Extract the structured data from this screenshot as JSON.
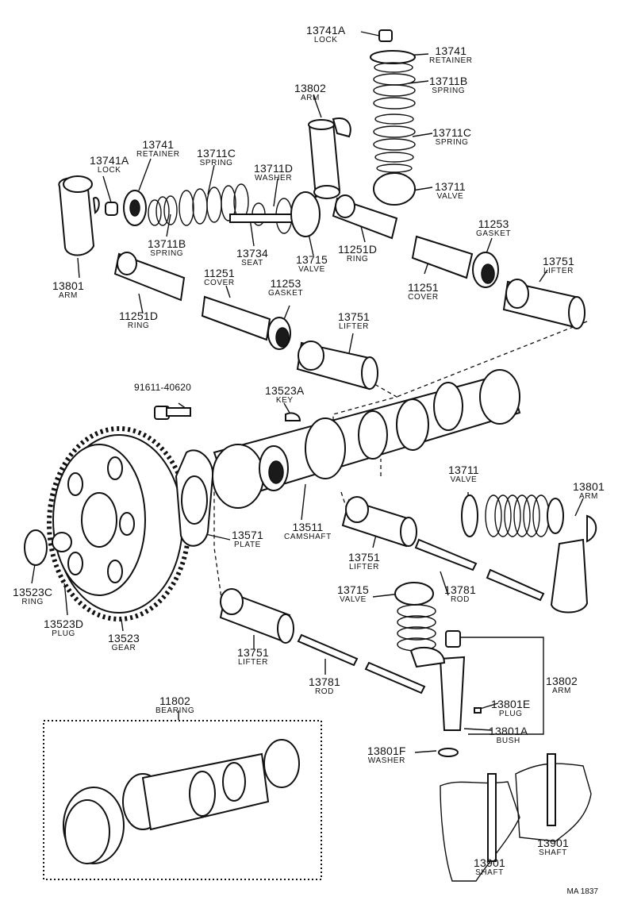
{
  "diagram_code": "MA 1837",
  "labels": [
    {
      "id": "l01",
      "part": "13741A",
      "name": "LOCK"
    },
    {
      "id": "l02",
      "part": "13741",
      "name": "RETAINER"
    },
    {
      "id": "l03",
      "part": "13711B",
      "name": "SPRING"
    },
    {
      "id": "l04",
      "part": "13802",
      "name": "ARM"
    },
    {
      "id": "l05",
      "part": "13711C",
      "name": "SPRING"
    },
    {
      "id": "l06",
      "part": "13741",
      "name": "RETAINER"
    },
    {
      "id": "l07",
      "part": "13711C",
      "name": "SPRING"
    },
    {
      "id": "l08",
      "part": "13741A",
      "name": "LOCK"
    },
    {
      "id": "l09",
      "part": "13711D",
      "name": "WASHER"
    },
    {
      "id": "l10",
      "part": "13711",
      "name": "VALVE"
    },
    {
      "id": "l11",
      "part": "11253",
      "name": "GASKET"
    },
    {
      "id": "l12",
      "part": "13711B",
      "name": "SPRING"
    },
    {
      "id": "l13",
      "part": "13734",
      "name": "SEAT"
    },
    {
      "id": "l14",
      "part": "11251D",
      "name": "RING"
    },
    {
      "id": "l15",
      "part": "13715",
      "name": "VALVE"
    },
    {
      "id": "l16",
      "part": "13751",
      "name": "LIFTER"
    },
    {
      "id": "l17",
      "part": "11251",
      "name": "COVER"
    },
    {
      "id": "l18",
      "part": "13801",
      "name": "ARM"
    },
    {
      "id": "l19",
      "part": "11251",
      "name": "COVER"
    },
    {
      "id": "l20",
      "part": "11253",
      "name": "GASKET"
    },
    {
      "id": "l21",
      "part": "11251D",
      "name": "RING"
    },
    {
      "id": "l22",
      "part": "13751",
      "name": "LIFTER"
    },
    {
      "id": "l23",
      "part": "91611-40620",
      "name": ""
    },
    {
      "id": "l24",
      "part": "13523A",
      "name": "KEY"
    },
    {
      "id": "l25",
      "part": "13711",
      "name": "VALVE"
    },
    {
      "id": "l26",
      "part": "13801",
      "name": "ARM"
    },
    {
      "id": "l27",
      "part": "13571",
      "name": "PLATE"
    },
    {
      "id": "l28",
      "part": "13511",
      "name": "CAMSHAFT"
    },
    {
      "id": "l29",
      "part": "13523C",
      "name": "RING"
    },
    {
      "id": "l30",
      "part": "13751",
      "name": "LIFTER"
    },
    {
      "id": "l31",
      "part": "13781",
      "name": "ROD"
    },
    {
      "id": "l32",
      "part": "13715",
      "name": "VALVE"
    },
    {
      "id": "l33",
      "part": "13523D",
      "name": "PLUG"
    },
    {
      "id": "l34",
      "part": "13523",
      "name": "GEAR"
    },
    {
      "id": "l35",
      "part": "13751",
      "name": "LIFTER"
    },
    {
      "id": "l36",
      "part": "13781",
      "name": "ROD"
    },
    {
      "id": "l37",
      "part": "13802",
      "name": "ARM"
    },
    {
      "id": "l38",
      "part": "11802",
      "name": "BEARING"
    },
    {
      "id": "l39",
      "part": "13801E",
      "name": "PLUG"
    },
    {
      "id": "l40",
      "part": "13801A",
      "name": "BUSH"
    },
    {
      "id": "l41",
      "part": "13801F",
      "name": "WASHER"
    },
    {
      "id": "l42",
      "part": "13901",
      "name": "SHAFT"
    },
    {
      "id": "l43",
      "part": "13901",
      "name": "SHAFT"
    }
  ]
}
